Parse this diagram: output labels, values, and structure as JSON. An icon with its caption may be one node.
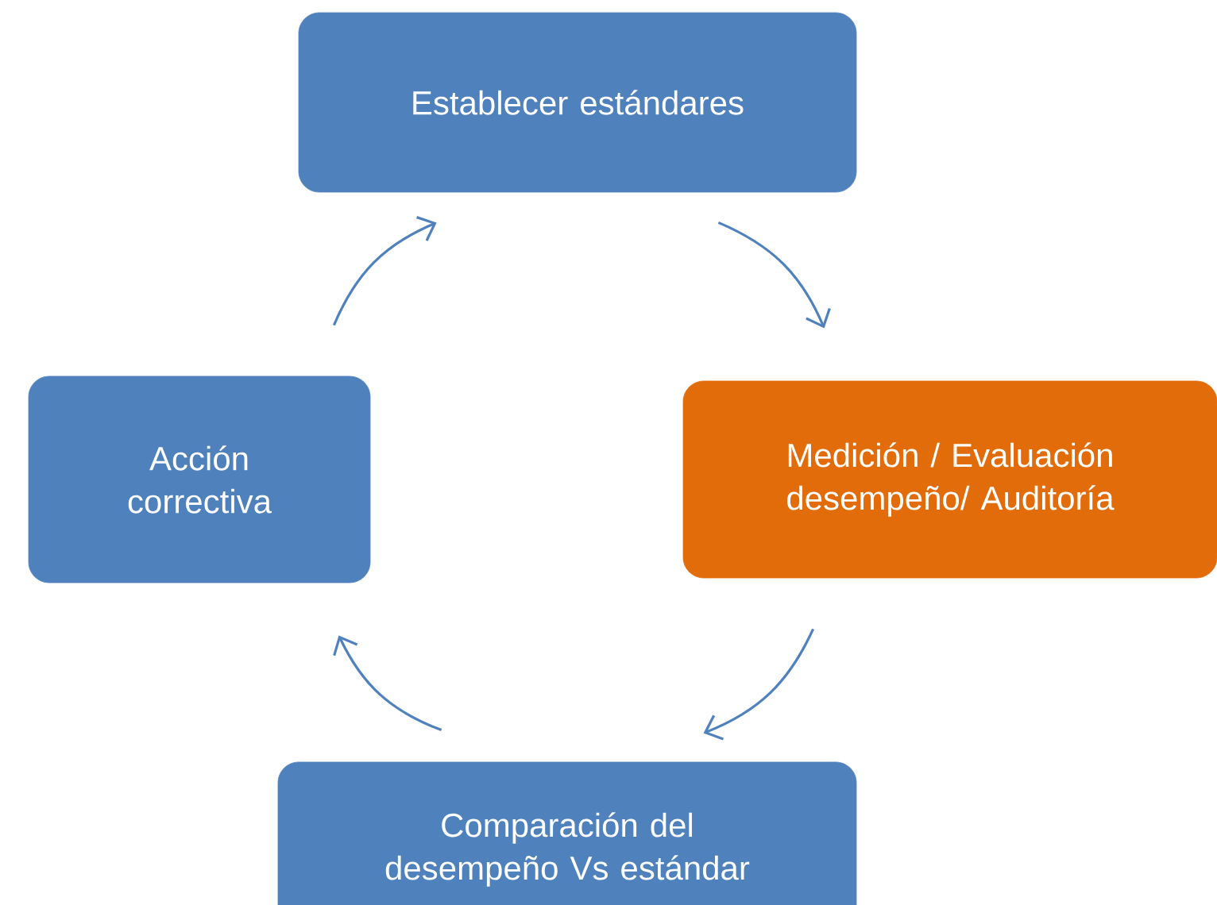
{
  "diagram": {
    "nodes": [
      {
        "text": [
          "Establecer estándares"
        ]
      },
      {
        "text": [
          "Medición / Evaluación desempeño/ Auditoría"
        ]
      },
      {
        "text": [
          "Comparación del desempeño Vs estándar"
        ]
      },
      {
        "text": [
          "Acción correctiva"
        ]
      }
    ],
    "edges": [
      {
        "from": 0,
        "to": 1,
        "arrow": "to"
      },
      {
        "from": 1,
        "to": 2,
        "arrow": "to"
      },
      {
        "from": 2,
        "to": 3,
        "arrow": "to"
      },
      {
        "from": 3,
        "to": 0,
        "arrow": "to"
      }
    ]
  }
}
